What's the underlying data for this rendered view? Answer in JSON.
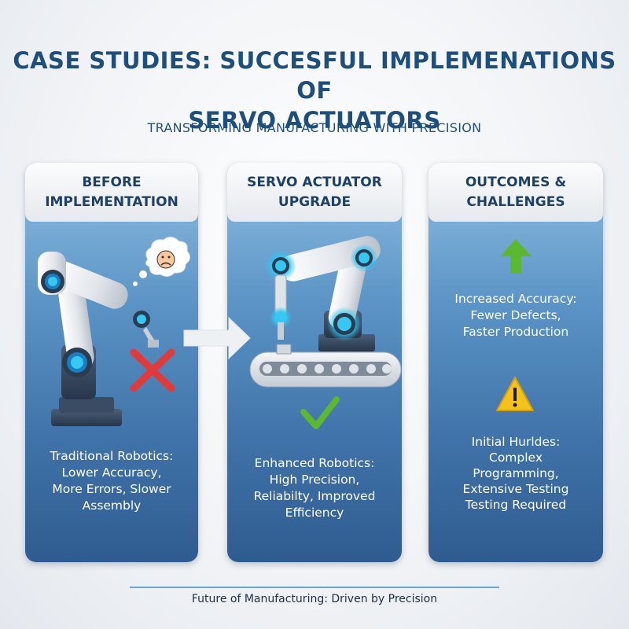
{
  "title_lines": [
    "CASE STUDIES: SUCCESFUL IMPLEMENATIONS OF",
    "SERVO ACTUATORS"
  ],
  "subtitle": "TRANSFORMING MANUFACTURING WITH PRECISION",
  "panels": [
    {
      "header": [
        "BEFORE",
        "IMPLEMENTATION"
      ],
      "text": [
        "Traditional Robotics:",
        "Lower Accuracy,",
        "More Errors, Slower",
        "Assembly"
      ],
      "status_icon": "red-x-icon"
    },
    {
      "header": [
        "SERVO ACTUATOR",
        "UPGRADE"
      ],
      "text": [
        "Enhanced Robotics:",
        "High Precision,",
        "Reliabilty, Improved",
        "Efficiency"
      ],
      "status_icon": "green-check-icon"
    },
    {
      "header": [
        "OUTCOMES &",
        "CHALLENGES"
      ],
      "outcome_text": [
        "Increased Accuracy:",
        "Fewer Defects,",
        "Faster Production"
      ],
      "challenge_text": [
        "Initial Hurldes:",
        "Complex",
        "Programming,",
        "Extensive Testing",
        "Testing Required"
      ],
      "icons": [
        "green-up-arrow-icon",
        "yellow-warning-icon"
      ]
    }
  ],
  "footer": "Future of Manufacturing: Driven by Precision",
  "colors": {
    "title": "#1e4f7a",
    "panel_top": "#8fbfe2",
    "panel_bottom": "#2f5c90",
    "error_red": "#e03a3a",
    "success_green": "#5cb82e",
    "warning_yellow": "#f4c21a",
    "servo_glow": "#2fc6f2"
  }
}
